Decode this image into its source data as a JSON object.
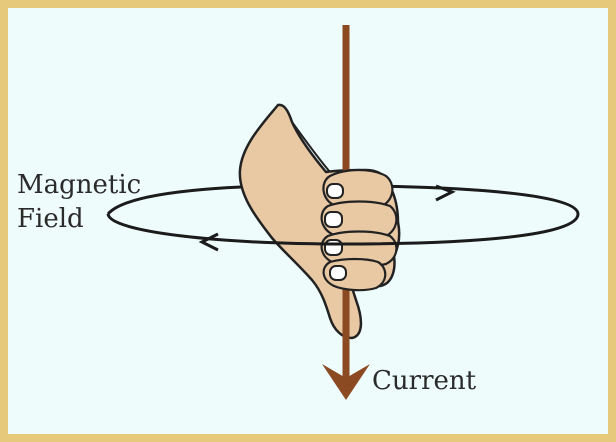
{
  "labels": {
    "magnetic": "Magnetic",
    "field": "Field",
    "current": "Current"
  },
  "colors": {
    "border": "#e7c97b",
    "background": "#eefcfc",
    "skin": "#e9c8a4",
    "outline": "#222222",
    "wire": "#8b4a22",
    "field_line": "#1b1b1b"
  }
}
